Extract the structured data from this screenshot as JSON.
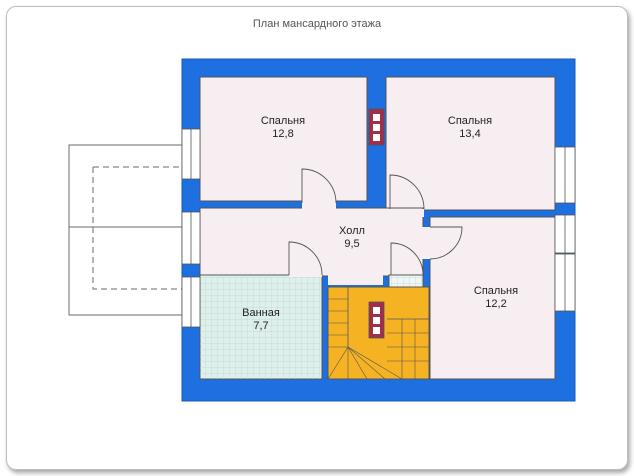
{
  "title": "План мансардного этажа",
  "rooms": [
    {
      "name": "Спальня",
      "area": "12,8"
    },
    {
      "name": "Спальня",
      "area": "13,4"
    },
    {
      "name": "Холл",
      "area": "9,5"
    },
    {
      "name": "Спальня",
      "area": "12,2"
    },
    {
      "name": "Ванная",
      "area": "7,7"
    }
  ],
  "colors": {
    "wall": "#1e6fe0",
    "wall_dark": "#1658bd",
    "bedroom_floor": "#f7eef1",
    "bath_floor": "#dff0ec",
    "stair": "#f5b324",
    "chimney": "#a0304a",
    "outline": "#6b6b6b"
  }
}
